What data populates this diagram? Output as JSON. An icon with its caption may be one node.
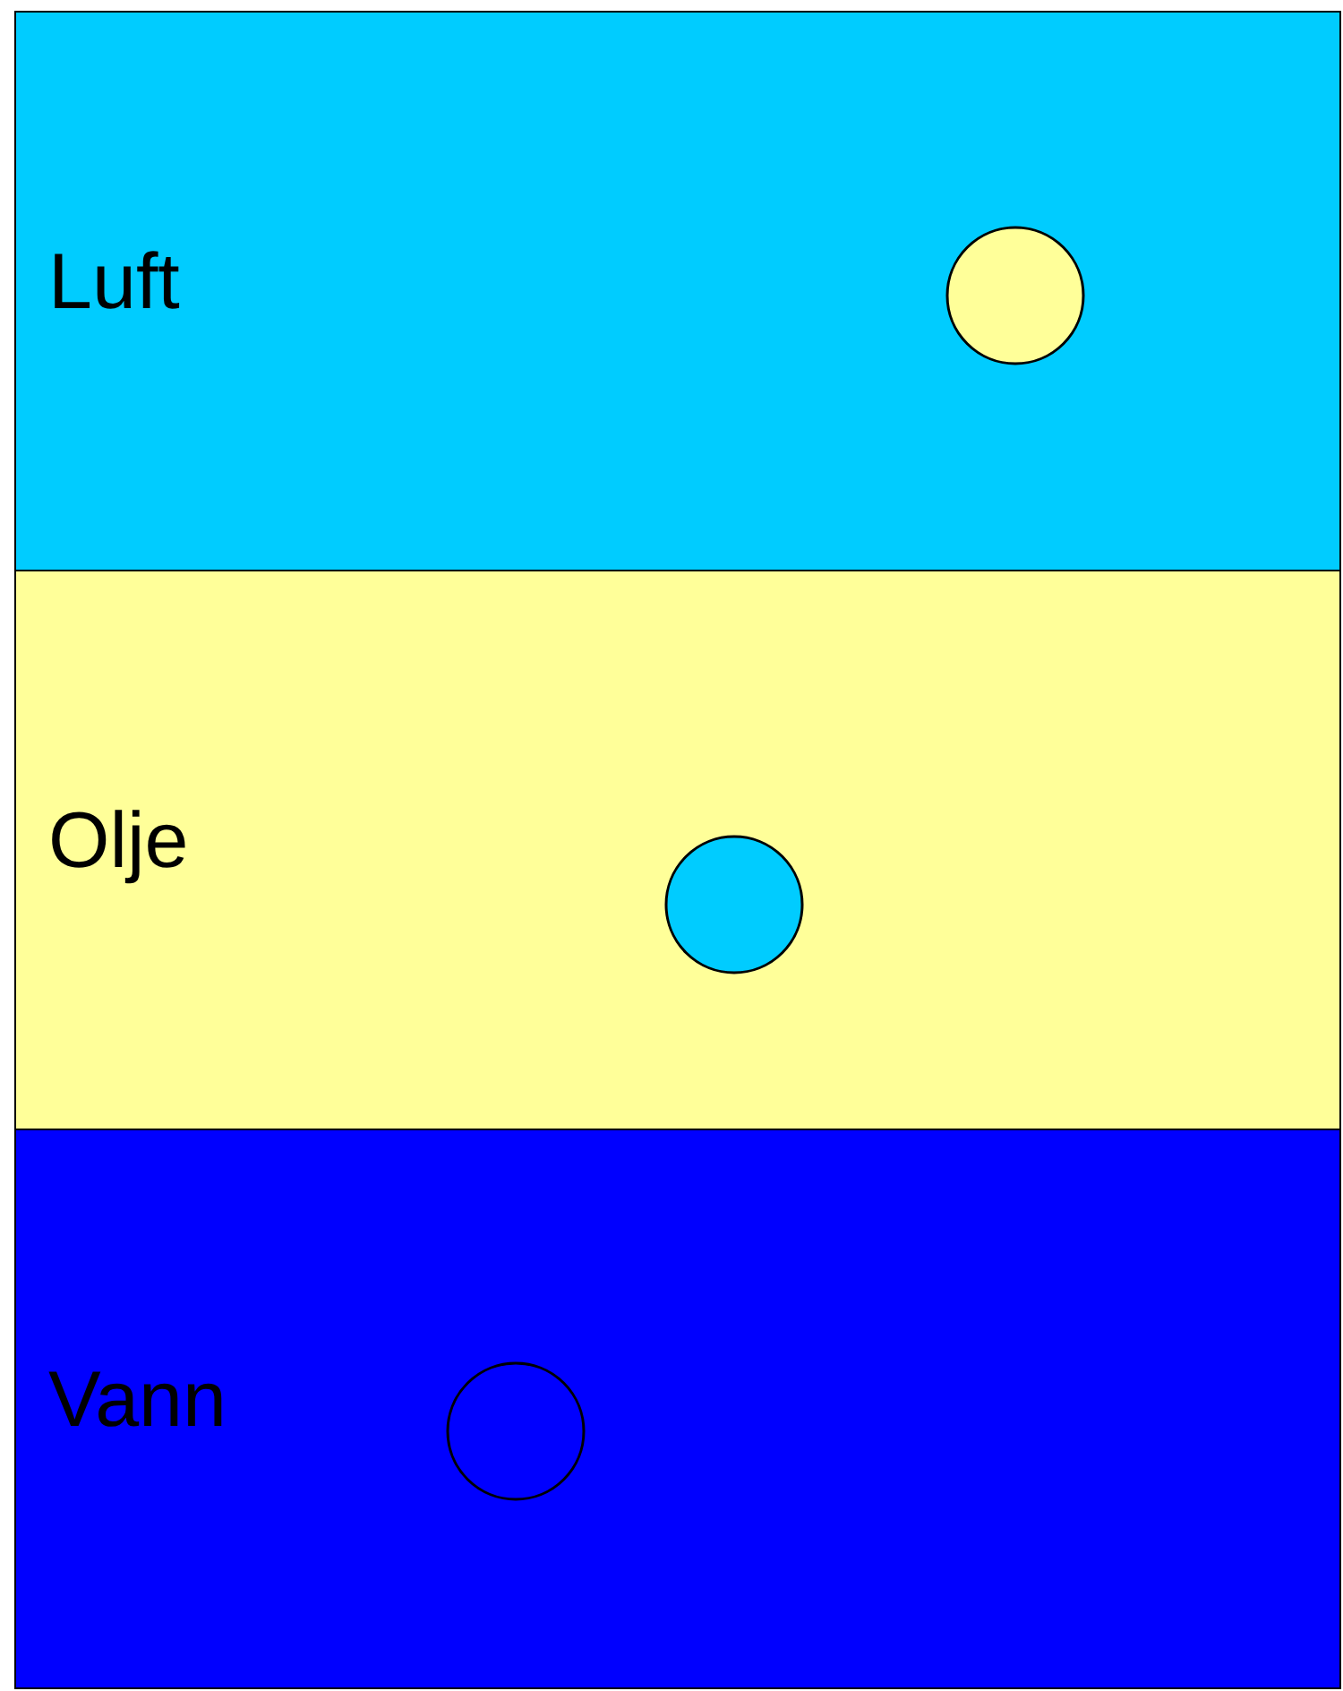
{
  "diagram": {
    "nodes": [
      {
        "text": [
          "Luft"
        ]
      },
      {
        "text": [],
        "shape": "circle",
        "in": 0
      },
      {
        "text": [
          "Olje"
        ]
      },
      {
        "text": [],
        "shape": "circle",
        "in": 2
      },
      {
        "text": [
          "Vann"
        ]
      },
      {
        "text": [],
        "shape": "circle",
        "in": 4
      }
    ]
  }
}
